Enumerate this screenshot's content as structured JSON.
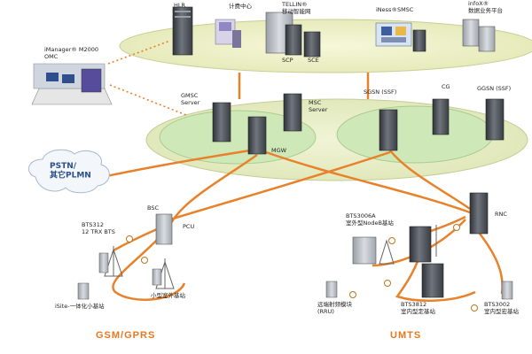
{
  "colors": {
    "link": "#e8822a",
    "plate_top": "#eef0c7",
    "plate_mid": "#e9edc8",
    "subplate": "#cfe8b8",
    "server": "#4a4e55",
    "section_label": "#e4781e",
    "cloud_text": "#2a4f8a"
  },
  "top_nodes": {
    "hlr": "HLR",
    "billing": "计费中心",
    "tellin": "TELLIN®\n移动智能网",
    "smsc": "iNess®SMSC",
    "infox": "infoX®\n数据业务平台",
    "scp": "SCP",
    "sce": "SCE"
  },
  "manager": {
    "title": "iManager® M2000\nOMC"
  },
  "pstn": {
    "title": "PSTN/\n其它PLMN"
  },
  "core_nodes": {
    "gmsc": "GMSC\nServer",
    "msc": "MSC\nServer",
    "mgw": "MGW",
    "sgsn": "SGSN (SSF)",
    "cg": "CG",
    "ggsn": "GGSN (SSF)"
  },
  "gsm": {
    "bts312": "BTS312\n12 TRX BTS",
    "bsc": "BSC",
    "pcu": "PCU",
    "isite": "iSite-一体化小基站",
    "outdoor": "小型室外基站",
    "label": "GSM/GPRS"
  },
  "umts": {
    "bts3006a": "BTS3006A\n室外型NodeB基站",
    "rnc": "RNC",
    "rru": "远端射频模块\n(RRU)",
    "bts3812": "BTS3812\n室内型定基站",
    "bts3002": "BTS3002\n室内型宏基站",
    "label": "UMTS"
  }
}
